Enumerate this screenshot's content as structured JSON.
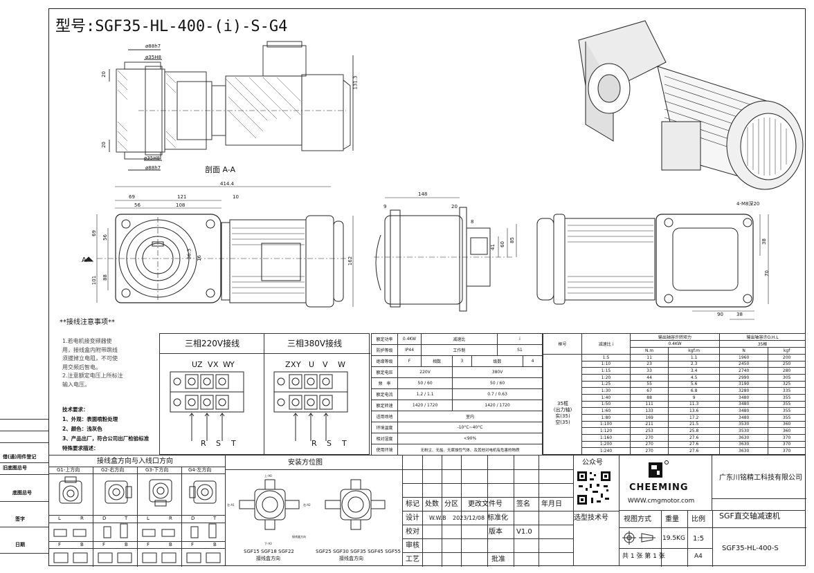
{
  "title": "型号:SGF35-HL-400-(i)-S-G4",
  "section_label": "剖面 A-A",
  "section_marker": "A",
  "dims_section": [
    "ø88h7",
    "ø35H8",
    "ø35H8",
    "ø88h7",
    "20",
    "20",
    "131.3"
  ],
  "dims_front": [
    "414.4",
    "69",
    "121",
    "10",
    "56",
    "108",
    "69",
    "56",
    "101",
    "88",
    "36.3",
    "16"
  ],
  "dims_side": [
    "148",
    "9",
    "20",
    "8",
    "41",
    "60",
    "85",
    "162"
  ],
  "dims_back": [
    "4-M8深20",
    "38",
    "70",
    "90",
    "38"
  ],
  "notes": {
    "title": "**接线注意事项**",
    "lines": [
      "1.若电机接变频器使",
      "用，接线盒内附带跳线",
      "须拔掉立电阻，不可使",
      "用交频后智电。",
      "2.注意额定电压上所标注",
      "输入电压。"
    ],
    "tech_title": "技术要求：",
    "tech": [
      "1、外观：表面喷粉处理",
      "2、颜色：浅灰色",
      "3、产品出厂，符合公司出厂检验标准",
      "特殊要求描述："
    ]
  },
  "wiring": {
    "v220": {
      "title": "三相220V接线",
      "top": [
        "U",
        "Z",
        "V",
        "X",
        "W",
        "Y"
      ],
      "bottom": [
        "R",
        "S",
        "T"
      ]
    },
    "v380": {
      "title": "三相380V接线",
      "top": [
        "Z",
        "X",
        "Y",
        "U",
        "V",
        "W"
      ],
      "bottom": [
        "R",
        "S",
        "T"
      ]
    }
  },
  "spec_rows": [
    [
      "额定功率",
      "0.4KW",
      "减速比",
      "i"
    ],
    [
      "防护等级",
      "IP44",
      "工作制",
      "S1"
    ],
    [
      "绝缘等级",
      "F",
      "相数",
      "3",
      "级数",
      "4"
    ],
    [
      "额定电压",
      "220V",
      "380V"
    ],
    [
      "频　率",
      "50 / 60",
      "50 / 60"
    ],
    [
      "额定电流",
      "1.2 / 1.1",
      "0.7 / 0.63"
    ],
    [
      "额定转速",
      "1420 / 1720",
      "1420 / 1720"
    ],
    [
      "适用场地",
      "室内"
    ],
    [
      "环境温度",
      "-10°C~40°C"
    ],
    [
      "相对湿度",
      "<90%"
    ],
    [
      "使用环境",
      "无粉尘、无盐、无腐蚀性气体、及其他对电机有危害的物质"
    ]
  ],
  "torque": {
    "h_frame": "框号",
    "h_ratio": "减速比 i",
    "h_torque": "输出轴容许转矩力",
    "h_power": "0.4KW",
    "h_radial": "输出轴容许O.H.L",
    "h_frame_size": "35框",
    "units": [
      "N.m",
      "kgf.m",
      "N",
      "kgf"
    ],
    "frame_label": [
      "35框",
      "(出力轴)",
      "实(35)",
      "空(35)"
    ],
    "rows": [
      [
        "1:5",
        "11",
        "1.1",
        "1960",
        "200"
      ],
      [
        "1:10",
        "23",
        "2.3",
        "2450",
        "250"
      ],
      [
        "1:15",
        "33",
        "3.4",
        "2740",
        "280"
      ],
      [
        "1:20",
        "44",
        "4.5",
        "2990",
        "305"
      ],
      [
        "1:25",
        "55",
        "5.6",
        "3190",
        "325"
      ],
      [
        "1:30",
        "67",
        "6.8",
        "3280",
        "335"
      ],
      [
        "1:40",
        "88",
        "9",
        "3480",
        "355"
      ],
      [
        "1:50",
        "111",
        "11.3",
        "3480",
        "355"
      ],
      [
        "1:60",
        "133",
        "13.6",
        "3480",
        "355"
      ],
      [
        "1:80",
        "169",
        "17.2",
        "3480",
        "355"
      ],
      [
        "1:100",
        "211",
        "21.5",
        "3530",
        "360"
      ],
      [
        "1:120",
        "253",
        "25.8",
        "3530",
        "360"
      ],
      [
        "1:160",
        "270",
        "27.6",
        "3630",
        "370"
      ],
      [
        "1:200",
        "270",
        "27.6",
        "3630",
        "370"
      ],
      [
        "1:240",
        "270",
        "27.6",
        "3630",
        "370"
      ]
    ]
  },
  "side_labels": [
    "借(通)用件登记",
    "旧底图总号",
    "底图总号",
    "签字",
    "日期"
  ],
  "bottom": {
    "dir_title": "接线盒方向与入线口方向",
    "dirs": [
      "G1-上方向",
      "G2-右方向",
      "G3-下方向",
      "G4-左方向"
    ],
    "lr": [
      "L",
      "R",
      "D",
      "T",
      "L",
      "R",
      "D",
      "T"
    ],
    "fb": [
      "F",
      "B",
      "F",
      "B",
      "F",
      "B",
      "F",
      "B"
    ],
    "install_title": "安装方位图",
    "install_a": [
      "SGF15 SGF18 SGF22",
      "接线盒方向"
    ],
    "install_b": [
      "SGF25 SGF30 SGF35 SGF45 SGF55",
      "接线盒方向"
    ],
    "mini": [
      "右-A2",
      "左-A1",
      "下-A3",
      "上-A0",
      "接线盒方向"
    ]
  },
  "titleblock": {
    "rev_headers": [
      "标记",
      "处数",
      "分区",
      "更改文件号",
      "签名",
      "年月日"
    ],
    "rows": [
      [
        "设计",
        "W.W.B",
        "2023/12/08",
        "标准化"
      ],
      [
        "校对",
        "版本",
        "V1.0"
      ],
      [
        "审核"
      ],
      [
        "工艺",
        "批准"
      ]
    ],
    "qr_label": "公众号",
    "qr_tech": "选型技术号",
    "brand": "CHEEMING",
    "url": "WWW.cmgmotor.com",
    "company": "广东川铭精工科技有限公司",
    "view": "视图方式",
    "weight_h": "重量",
    "scale_h": "比例",
    "weight": "19.5KG",
    "scale": "1:5",
    "sheets": "共 1 张 第 1 张",
    "size": "A4",
    "product": "SGF直交轴减速机",
    "model": "SGF35-HL-400-S"
  },
  "colors": {
    "line": "#222222",
    "fill": "#f4f4f4"
  }
}
